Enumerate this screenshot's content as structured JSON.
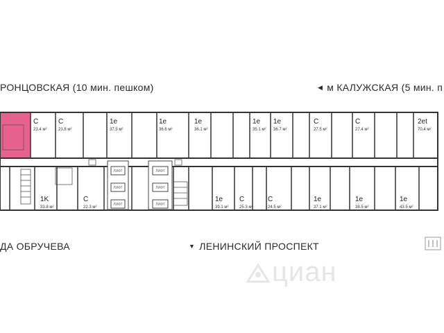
{
  "streets": {
    "top_left": "РОНЦОВСКАЯ  (10 мин. пешком)",
    "top_right": "м КАЛУЖСКАЯ (5 мин. п",
    "bottom_left": "ДА ОБРУЧЕВА",
    "bottom_center": "ЛЕНИНСКИЙ ПРОСПЕКТ"
  },
  "colors": {
    "wall": "#333333",
    "highlight": "#e8608e",
    "watermark": "#e6e6e6"
  },
  "top_units": [
    {
      "type": "C",
      "area": "23.4 м²"
    },
    {
      "type": "C",
      "area": "23.8 м²"
    },
    {
      "type": "1e",
      "area": "37.5 м²"
    },
    {
      "type": "1e",
      "area": "36.6 м²"
    },
    {
      "type": "1e",
      "area": "36.1 м²"
    },
    {
      "type": "1e",
      "area": "35.1 м²"
    },
    {
      "type": "1e",
      "area": "36.7 м²"
    },
    {
      "type": "C",
      "area": "27.5 м²"
    },
    {
      "type": "C",
      "area": "27.4 м²"
    },
    {
      "type": "2et",
      "area": "70.4 м²"
    }
  ],
  "bottom_units": [
    {
      "type": "1K",
      "area": "33.8 м²"
    },
    {
      "type": "C",
      "area": "22.3 м²"
    },
    {
      "type": "1e",
      "area": "39.1 м²"
    },
    {
      "type": "C",
      "area": "25.3 м²"
    },
    {
      "type": "C",
      "area": "24.5 м²"
    },
    {
      "type": "1e",
      "area": "37.1 м²"
    },
    {
      "type": "1e",
      "area": "38.5 м²"
    },
    {
      "type": "1e",
      "area": "43.5 м²"
    }
  ],
  "lift_label": "ЛИФТ",
  "watermark": "циан"
}
